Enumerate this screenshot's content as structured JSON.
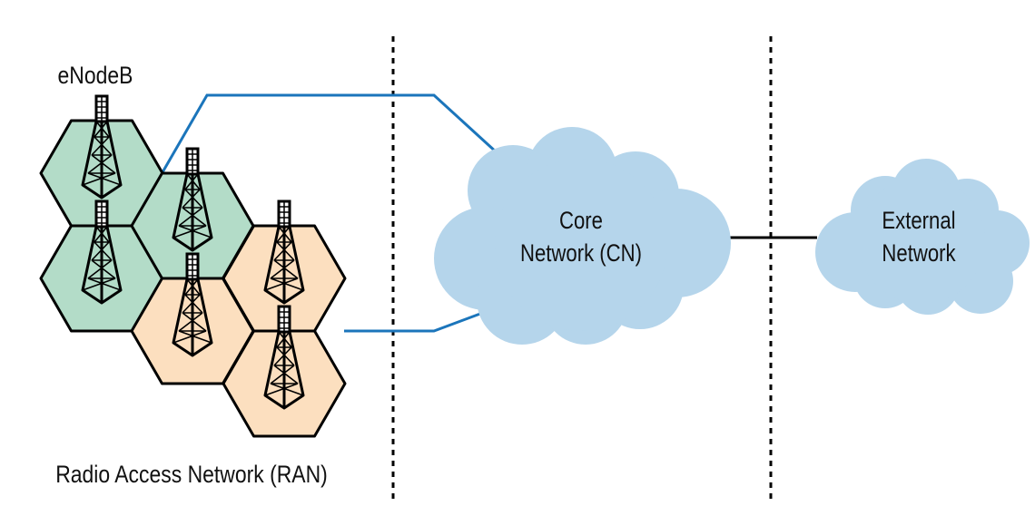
{
  "labels": {
    "enodeb": "eNodeB",
    "ran": "Radio Access Network (RAN)",
    "core_line1": "Core",
    "core_line2": "Network (CN)",
    "external_line1": "External",
    "external_line2": "Network"
  },
  "colors": {
    "cell_green": "#b3dcc8",
    "cell_orange": "#fcdfbf",
    "cloud": "#b5d5eb",
    "backhaul_link": "#1b75bb",
    "outline": "#000000"
  },
  "cells": [
    {
      "color": "green"
    },
    {
      "color": "green"
    },
    {
      "color": "green"
    },
    {
      "color": "orange"
    },
    {
      "color": "orange"
    },
    {
      "color": "orange"
    }
  ]
}
